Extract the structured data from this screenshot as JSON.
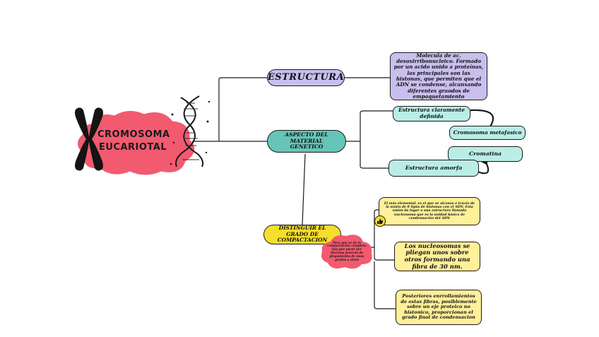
{
  "colors": {
    "cloud_pink": "#f25a70",
    "lavender": "#c9bfee",
    "teal": "#66c5b8",
    "mint": "#b9ede6",
    "yellow": "#fff09a",
    "yellow_strong": "#f5de2c",
    "line": "#1a1a1a"
  },
  "title": {
    "line1": "CROMOSOMA",
    "line2": "EUCARIOTAL",
    "icon": "chromosome-x-icon",
    "dna_icon": "dna-helix-icon"
  },
  "nodes": {
    "estructura": {
      "label": "ESTRUCTURA",
      "detail": "Molecula de ac. desoxirribonucleico. Formado por un acido unido a proteínas, las principales son las histonas, que permiten que el ADN se condense, alcanxando diferentes graodos de empaquetamiento"
    },
    "aspecto": {
      "label": "ASPECTO DEL MATERIAL GENETICO",
      "definida": "Estructura claramente definida",
      "metafasico": "Cromosoma metafasico",
      "cromatina": "Cromatina",
      "amorfa": "Estructura amorfa"
    },
    "grado": {
      "label": "DISTINGUIR EL GRADO DE COMPACTACION",
      "cloud_text": "Para que se de la compactación completa hay que pasar por diversos proceso de plegamiento de unos grados a otros",
      "item1": "El más elemental, es el que se alcanza a través de la unión de 8 tipos de histonas con el ADN. Esta unión da lugar a una estructura llamada nucleosoma que es la unidad básica de condensación del ADN",
      "item1_icon": "thumbs-up-icon",
      "item2": "Los nucleosomas se pliegan unos sobre otros formando una fibra de 30 nm.",
      "item3": "Posteriores enrrollamientos de estas fibras, posiblemente sobre un eje proteico no histonico, proporcionan el grado final de condensacion"
    }
  }
}
